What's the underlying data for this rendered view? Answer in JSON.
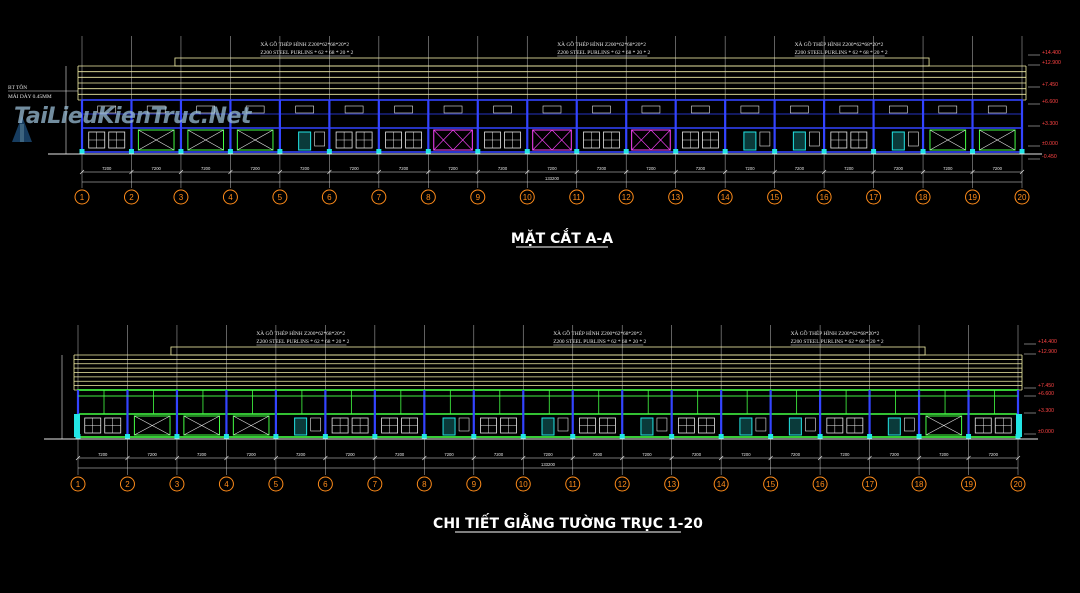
{
  "watermark": "TaiLieuKienTruc.Net",
  "colors": {
    "background": "#000000",
    "structure": "#3344ff",
    "grid": "#e6e6e6",
    "roof": "#f4f0a8",
    "bracing": "#44ff44",
    "cyan": "#22e5e5",
    "door_magenta": "#ff44ff",
    "axis_bubble": "#ff8c1a",
    "level_text": "#ff4444",
    "title": "#ffffff"
  },
  "section_a": {
    "title": "MẶT CẮT A-A",
    "purlin_label_vn": "XÀ GỒ THÉP HÌNH Z200*62*68*20*2",
    "purlin_label_en": "Z200 STEEL PURLINS * 62 * 68 * 20 * 2",
    "roof_note_line1": "BT TÔN",
    "roof_note_line2": "MÁI DÀY 0.45MM",
    "levels": [
      "+14.400",
      "+12.900",
      "+7.450",
      "+6.600",
      "+3.300",
      "±0.000",
      "-0.450"
    ],
    "total_dim": "133200",
    "dims": [
      "7200",
      "7200",
      "7200",
      "7200",
      "7200",
      "7200",
      "7200",
      "7200",
      "7200",
      "7200",
      "7200",
      "7200",
      "7200",
      "7200",
      "7200",
      "7200",
      "7200",
      "7200",
      "7200"
    ],
    "bay_fill": [
      "window",
      "door-x",
      "door-x",
      "door-x",
      "door-cyan",
      "window",
      "window",
      "door-magenta",
      "window",
      "door-magenta",
      "window",
      "door-magenta",
      "window",
      "door-cyan",
      "door-cyan",
      "window",
      "door-cyan",
      "door-x",
      "door-x"
    ]
  },
  "section_b": {
    "title": "CHI TIẾT GIẰNG TƯỜNG TRỤC 1-20",
    "purlin_label_vn": "XÀ GỒ THÉP HÌNH Z200*62*68*20*2",
    "purlin_label_en": "Z200 STEEL PURLINS * 62 * 68 * 20 * 2",
    "levels": [
      "+14.400",
      "+12.900",
      "+7.450",
      "+6.600",
      "+3.300",
      "±0.000"
    ],
    "total_dim": "133200",
    "dims": [
      "7200",
      "7200",
      "7200",
      "7200",
      "7200",
      "7200",
      "7200",
      "7200",
      "7200",
      "7200",
      "7200",
      "7200",
      "7200",
      "7200",
      "7200",
      "7200",
      "7200",
      "7200",
      "7200"
    ],
    "bay_fill": [
      "window",
      "door-x",
      "door-x",
      "door-x",
      "door-cyan",
      "window",
      "window",
      "door-cyan",
      "window",
      "door-cyan",
      "window",
      "door-cyan",
      "window",
      "door-cyan",
      "door-cyan",
      "window",
      "door-cyan",
      "door-x",
      "window"
    ]
  },
  "axes": [
    "1",
    "2",
    "3",
    "4",
    "5",
    "6",
    "7",
    "8",
    "9",
    "10",
    "11",
    "12",
    "13",
    "14",
    "15",
    "16",
    "17",
    "18",
    "19",
    "20"
  ]
}
